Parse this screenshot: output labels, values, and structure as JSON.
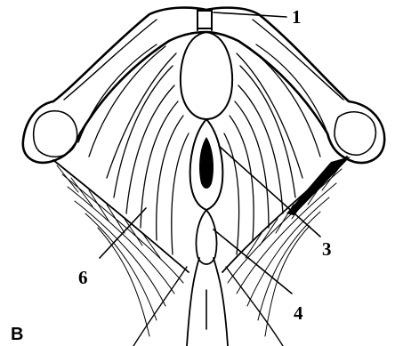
{
  "figure": {
    "panel_letter": "B",
    "callouts": [
      "1",
      "3",
      "4",
      "6"
    ]
  }
}
